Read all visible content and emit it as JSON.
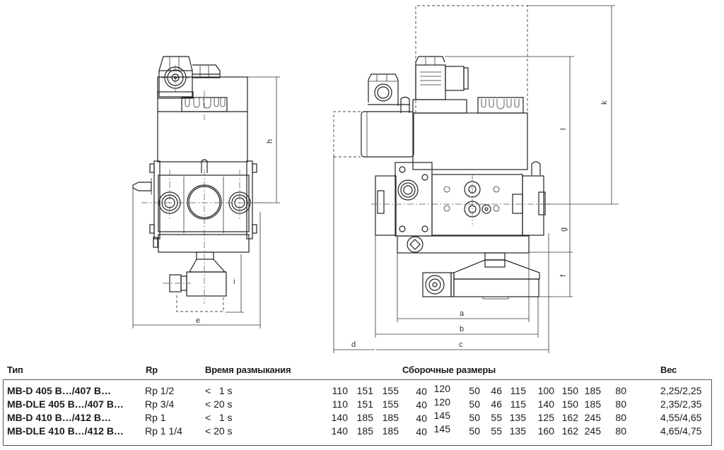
{
  "drawing": {
    "dimension_labels": {
      "left_view": {
        "h": "h",
        "e": "e",
        "i": "i"
      },
      "right_view": {
        "a": "a",
        "b": "b",
        "c": "c",
        "d": "d",
        "f": "f",
        "g": "g",
        "l": "l",
        "k": "k"
      }
    }
  },
  "table": {
    "headers": {
      "type": "Тип",
      "rp": "Rp",
      "time": "Время размыкания",
      "dims": "Сборочные размеры",
      "weight": "Вес"
    },
    "rows": [
      {
        "type": "MB-D 405 B…/407 B…",
        "rp": "Rp 1/2",
        "time": "<   1 s",
        "dims": [
          "110",
          "151",
          "155",
          "40",
          "120",
          "50",
          "46",
          "115",
          "100",
          "150",
          "185",
          "80"
        ],
        "weight": "2,25/2,25"
      },
      {
        "type": "MB-DLE 405 B…/407 B…",
        "rp": "Rp 3/4",
        "time": "< 20 s",
        "dims": [
          "110",
          "151",
          "155",
          "40",
          "120",
          "50",
          "46",
          "115",
          "140",
          "150",
          "185",
          "80"
        ],
        "weight": "2,35/2,35"
      },
      {
        "type": "MB-D 410 B…/412 B…",
        "rp": "Rp 1",
        "time": "<   1 s",
        "dims": [
          "140",
          "185",
          "185",
          "40",
          "145",
          "50",
          "55",
          "135",
          "125",
          "162",
          "245",
          "80"
        ],
        "weight": "4,55/4,65"
      },
      {
        "type": "MB-DLE 410 B…/412 B…",
        "rp": "Rp 1 1/4",
        "time": "< 20 s",
        "dims": [
          "140",
          "185",
          "185",
          "40",
          "145",
          "50",
          "55",
          "135",
          "160",
          "162",
          "245",
          "80"
        ],
        "weight": "4,65/4,75"
      }
    ]
  }
}
